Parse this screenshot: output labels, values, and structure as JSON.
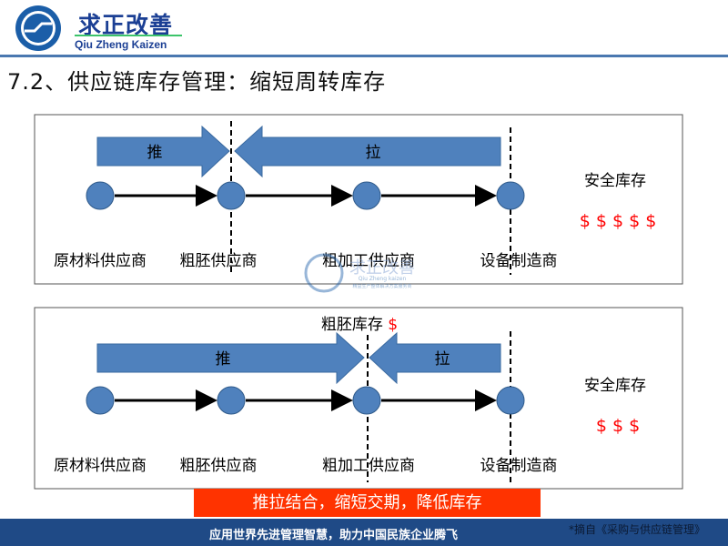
{
  "brand": {
    "name_cn": "求正改善",
    "name_en": "Qiu Zheng Kaizen"
  },
  "title": "7.2、供应链库存管理：缩短周转库存",
  "colors": {
    "arrow_fill": "#4f81bd",
    "node_fill": "#4f81bd",
    "accent_red": "#ff0000",
    "banner": "#ff3300",
    "footer": "#1f4a86"
  },
  "watermark": {
    "name_cn": "求正改善",
    "name_en": "Qiu Zheng kaizen",
    "tagline": "精益生产整体解决方案服务商"
  },
  "diagram1": {
    "push_label": "推",
    "pull_label": "拉",
    "nodes": [
      "原材料供应商",
      "粗胚供应商",
      "粗加工供应商",
      "设备制造商"
    ],
    "safety_stock_label": "安全库存",
    "safety_stock_symbols": "$ $ $ $ $"
  },
  "diagram2": {
    "stock_label": "粗胚库存",
    "stock_symbol": "$",
    "push_label": "推",
    "pull_label": "拉",
    "nodes": [
      "原材料供应商",
      "粗胚供应商",
      "粗加工供应商",
      "设备制造商"
    ],
    "safety_stock_label": "安全库存",
    "safety_stock_symbols": "$ $ $"
  },
  "banner": "推拉结合，缩短交期，降低库存",
  "footer": {
    "slogan": "应用世界先进管理智慧，助力中国民族企业腾飞",
    "source": "*摘自《采购与供应链管理》"
  }
}
